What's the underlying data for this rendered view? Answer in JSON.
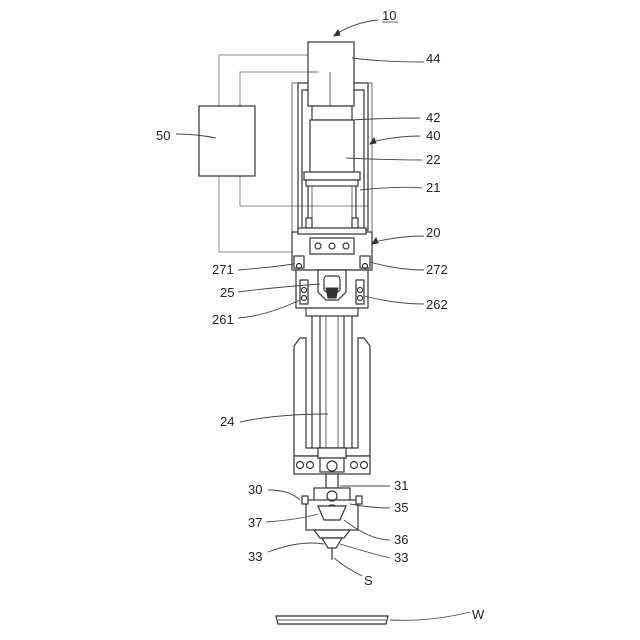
{
  "figure": {
    "labels": {
      "device": "10",
      "l44": "44",
      "l42": "42",
      "l40": "40",
      "l50": "50",
      "l22": "22",
      "l21": "21",
      "l20": "20",
      "l271": "271",
      "l272": "272",
      "l25": "25",
      "l261": "261",
      "l262": "262",
      "l24": "24",
      "l30": "30",
      "l31": "31",
      "l35": "35",
      "l37": "37",
      "l36": "36",
      "l33a": "33",
      "l33b": "33",
      "ls": "S",
      "lw": "W"
    }
  }
}
